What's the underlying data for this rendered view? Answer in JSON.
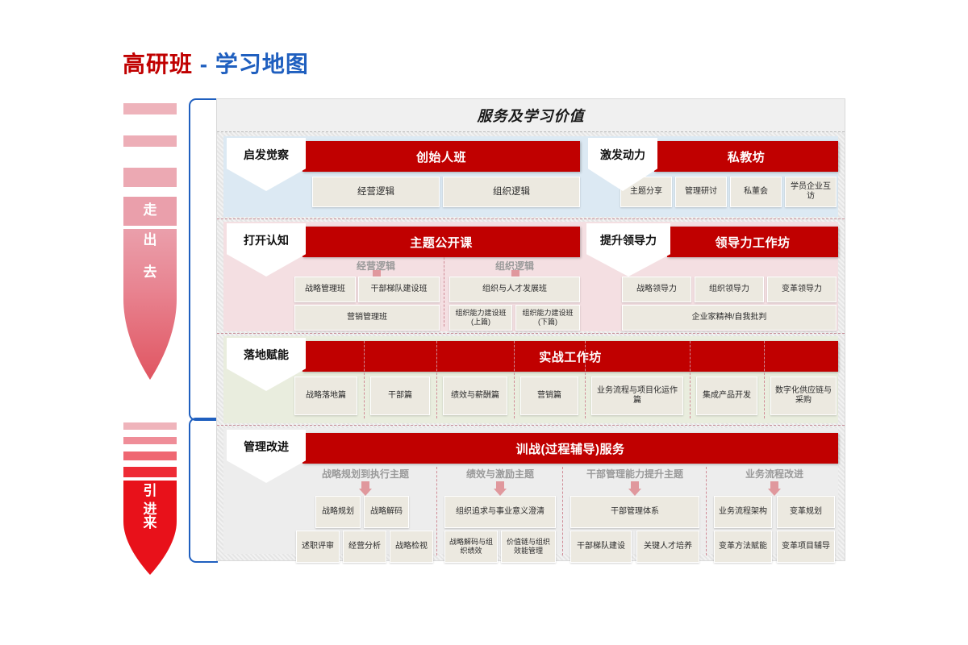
{
  "title": {
    "red": "高研班",
    "blue": "- 学习地图"
  },
  "banner": {
    "text": "服务及学习价值"
  },
  "left_arrows": {
    "top": {
      "text": "走出去",
      "chars": [
        "走",
        "出",
        "去"
      ],
      "color": "#e8909a"
    },
    "bottom": {
      "text": "引进来",
      "chars": [
        "引",
        "进",
        "来"
      ],
      "color": "#e8111a"
    }
  },
  "rows": [
    {
      "tag": "启发觉察",
      "header": "创始人班",
      "bg": "#dce9f3",
      "cells": [
        "经营逻辑",
        "组织逻辑"
      ],
      "right": {
        "tag": "激发动力",
        "header": "私教坊",
        "cells": [
          "主题分享",
          "管理研讨",
          "私董会",
          "学员企业互访"
        ]
      }
    },
    {
      "tag": "打开认知",
      "header": "主题公开课",
      "bg": "#f4dfe2",
      "group_labels": [
        "经营逻辑",
        "组织逻辑"
      ],
      "cells_left_top": [
        "战略管理班",
        "干部梯队建设班"
      ],
      "cells_left_bottom": [
        "营销管理班"
      ],
      "cells_right_top": [
        "组织与人才发展班"
      ],
      "cells_right_bottom": [
        "组织能力建设班(上篇)",
        "组织能力建设班(下篇)"
      ],
      "right": {
        "tag": "提升领导力",
        "header": "领导力工作坊",
        "cells_top": [
          "战略领导力",
          "组织领导力",
          "变革领导力"
        ],
        "cells_bottom": [
          "企业家精神/自我批判"
        ]
      }
    },
    {
      "tag": "落地赋能",
      "header": "实战工作坊",
      "bg": "#e9edde",
      "cells": [
        "战略落地篇",
        "干部篇",
        "绩效与薪酬篇",
        "营销篇",
        "业务流程与项目化运作篇",
        "集成产品开发",
        "数字化供应链与采购"
      ]
    },
    {
      "tag": "管理改进",
      "header": "训战(过程辅导)服务",
      "bg": "#ededed",
      "groups": [
        {
          "label": "战略规划到执行主题",
          "top": [
            "战略规划",
            "战略解码"
          ],
          "bottom": [
            "述职评审",
            "经营分析",
            "战略检视"
          ]
        },
        {
          "label": "绩效与激励主题",
          "top": [
            "组织追求与事业意义澄清"
          ],
          "bottom": [
            "战略解码与组织绩效",
            "价值链与组织效能管理"
          ]
        },
        {
          "label": "干部管理能力提升主题",
          "top": [
            "干部管理体系"
          ],
          "bottom": [
            "干部梯队建设",
            "关键人才培养"
          ]
        },
        {
          "label": "业务流程改进",
          "top": [
            "业务流程架构",
            "变革规划"
          ],
          "bottom": [
            "变革方法赋能",
            "变革项目辅导"
          ]
        }
      ]
    }
  ],
  "colors": {
    "accent_red": "#c00000",
    "blue_bracket": "#1f5fbf",
    "cell_bg": "#ece9e0"
  }
}
